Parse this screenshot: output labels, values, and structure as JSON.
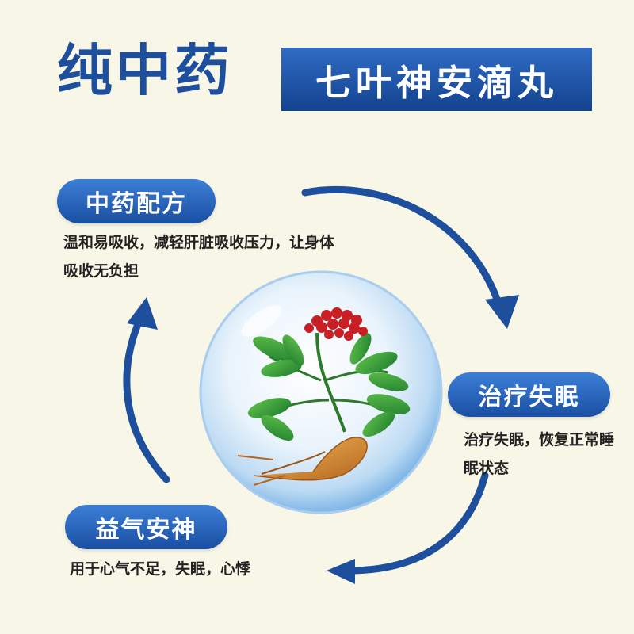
{
  "title": {
    "main": "纯中药",
    "product": "七叶神安滴丸"
  },
  "features": [
    {
      "label": "中药配方",
      "desc": "温和易吸收，减轻肝脏吸收压力，让身体吸收无负担"
    },
    {
      "label": "治疗失眠",
      "desc": "治疗失眠，恢复正常睡眠状态"
    },
    {
      "label": "益气安神",
      "desc": "用于心气不足，失眠，心悸"
    }
  ],
  "colors": {
    "background": "#f8f6e6",
    "accent_blue": "#1d4f9c",
    "pill_blue": "#2a63bd"
  },
  "icons": [
    "cycle-arrow-icon",
    "ginseng-plant-illustration"
  ]
}
